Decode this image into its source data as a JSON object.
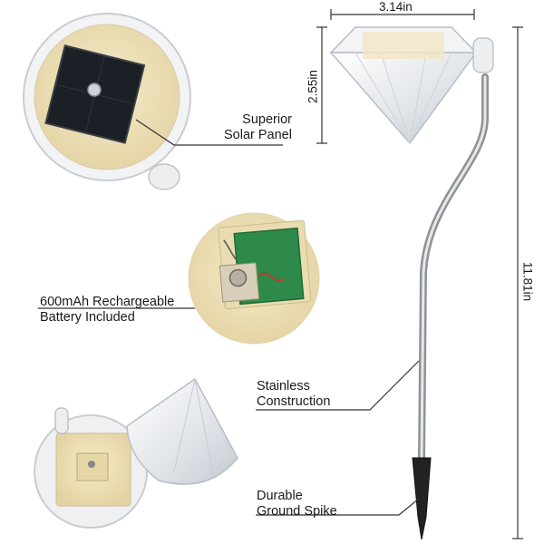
{
  "dimensions": {
    "width": "3.14in",
    "height": "2.55in",
    "length": "11.81in"
  },
  "callouts": {
    "solar_panel": [
      "Superior",
      "Solar Panel"
    ],
    "battery": [
      "600mAh Rechargeable",
      "Battery Included"
    ],
    "construction": [
      "Stainless",
      "Construction"
    ],
    "spike": [
      "Durable",
      "Ground Spike"
    ]
  },
  "colors": {
    "cream": "#efe2b9",
    "clear_plastic": "#e9ecef",
    "solar_panel": "#1b1f26",
    "circuit_board": "#2e8a4a",
    "steel": "#b9bcc0",
    "spike": "#222222"
  }
}
